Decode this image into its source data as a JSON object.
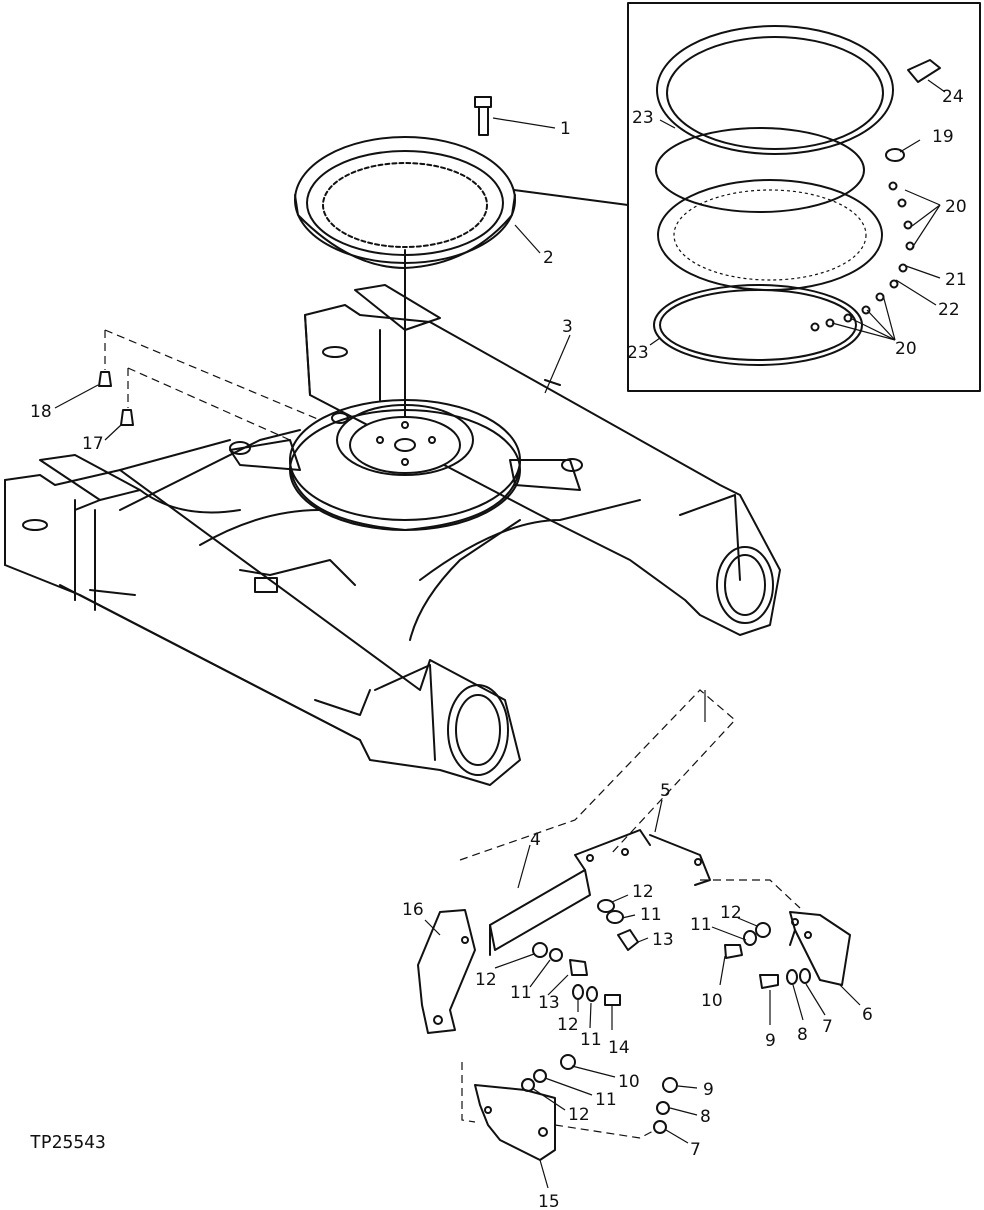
{
  "figure_code": "TP25543",
  "callouts": [
    "1",
    "2",
    "3",
    "4",
    "5",
    "6",
    "7",
    "8",
    "9",
    "10",
    "11",
    "12",
    "13",
    "14",
    "15",
    "16",
    "17",
    "18",
    "19",
    "20",
    "21",
    "22",
    "23",
    "24"
  ],
  "detail_inset_parts": [
    "19",
    "20",
    "21",
    "22",
    "23",
    "24"
  ],
  "line_color": "#111111",
  "background": "#ffffff"
}
